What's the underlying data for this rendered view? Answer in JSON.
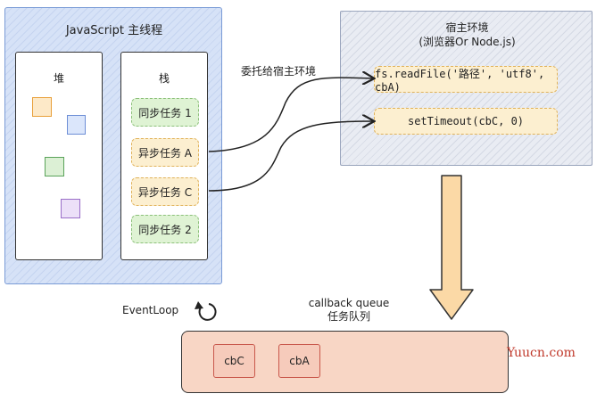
{
  "main_thread": {
    "title": "JavaScript 主线程",
    "heap_label": "堆",
    "stack_label": "栈",
    "stack_items": [
      {
        "label": "同步任务 1",
        "kind": "sync"
      },
      {
        "label": "异步任务 A",
        "kind": "async"
      },
      {
        "label": "异步任务 C",
        "kind": "async"
      },
      {
        "label": "同步任务 2",
        "kind": "sync"
      }
    ],
    "heap_square_colors": [
      "#e8a03a",
      "#6e8fd6",
      "#5aa35a",
      "#9a6ec8"
    ]
  },
  "host": {
    "title_line1": "宿主环境",
    "title_line2": "(浏览器Or Node.js)",
    "apis": [
      "fs.readFile('路径', 'utf8', cbA)",
      "setTimeout(cbC, 0)"
    ]
  },
  "delegate_label": "委托给宿主环境",
  "event_loop_label": "EventLoop",
  "queue": {
    "title_line1": "callback queue",
    "title_line2": "任务队列",
    "items": [
      "cbC",
      "cbA"
    ]
  },
  "watermark": "Yuucn.com",
  "colors": {
    "main_thread_fill": "#d6e2f7",
    "host_fill": "#e9ecf3",
    "sync_task": "#dff3d4",
    "async_task": "#fcefd0",
    "queue_fill": "#f8d6c5",
    "arrow_fill": "#fbd9a6",
    "watermark": "#c0392b"
  }
}
